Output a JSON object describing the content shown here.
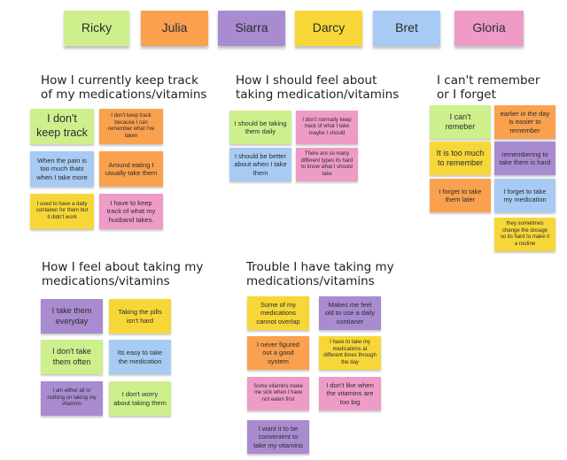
{
  "colors": {
    "green": "#cdf08d",
    "orange": "#f9a14f",
    "purple": "#a98bd0",
    "yellow": "#f7d738",
    "blue": "#a7cbf3",
    "pink": "#ee9cc7"
  },
  "participants": [
    "Ricky",
    "Julia",
    "Siarra",
    "Darcy",
    "Bret",
    "Gloria"
  ],
  "groups": {
    "track": {
      "heading": [
        "How I currently keep track",
        "of my medications/vitamins"
      ],
      "notes": [
        "I don't keep track",
        "I don't keep track because I can remember what I've taken",
        "When the pain is too much thats when I take more",
        "Around eating I usually take them",
        "I used to have a daily container for them but it didn't work",
        "I have to keep track of what my husband takes."
      ]
    },
    "should_feel": {
      "heading": [
        "How I should feel about",
        "taking medication/vitamins"
      ],
      "notes": [
        "I should be taking them daily",
        "I don't normally keep track of what I take maybe I should",
        "I should be better about when I take them",
        "There are so many different types its hard to know what I should take"
      ]
    },
    "forget": {
      "heading": [
        "I can't remember",
        "or  I forget"
      ],
      "notes": [
        "I can't remeber",
        "earlier in the day is easier to remember",
        "It is too much to remember",
        "remembering to take them is hard",
        "I forget to take them later",
        "I forget to take my medication",
        "they sometimes change the dosage so its hard to make it a routine"
      ]
    },
    "feel": {
      "heading": [
        "How I feel about taking my",
        "medications/vitamins"
      ],
      "notes": [
        "I take them everyday",
        "Taking the pills isn't hard",
        "I don't take them often",
        "Its easy to take the medication",
        "I am either all or nothing on taking my vitamins",
        "I don't worry about taking them"
      ]
    },
    "trouble": {
      "heading": [
        "Trouble I have taking my",
        "medications/vitamins"
      ],
      "notes": [
        "Some of my medications cannot overlap",
        "Makes me feel old to use a daily contianer",
        "I never figured out a good system",
        "I have to take my medications at different times through the day",
        "Some vitamins make me sick when I have not eaten first",
        "I don't like when the vitamins are too big",
        "I want it to be convenient to take my vitamins"
      ]
    }
  }
}
